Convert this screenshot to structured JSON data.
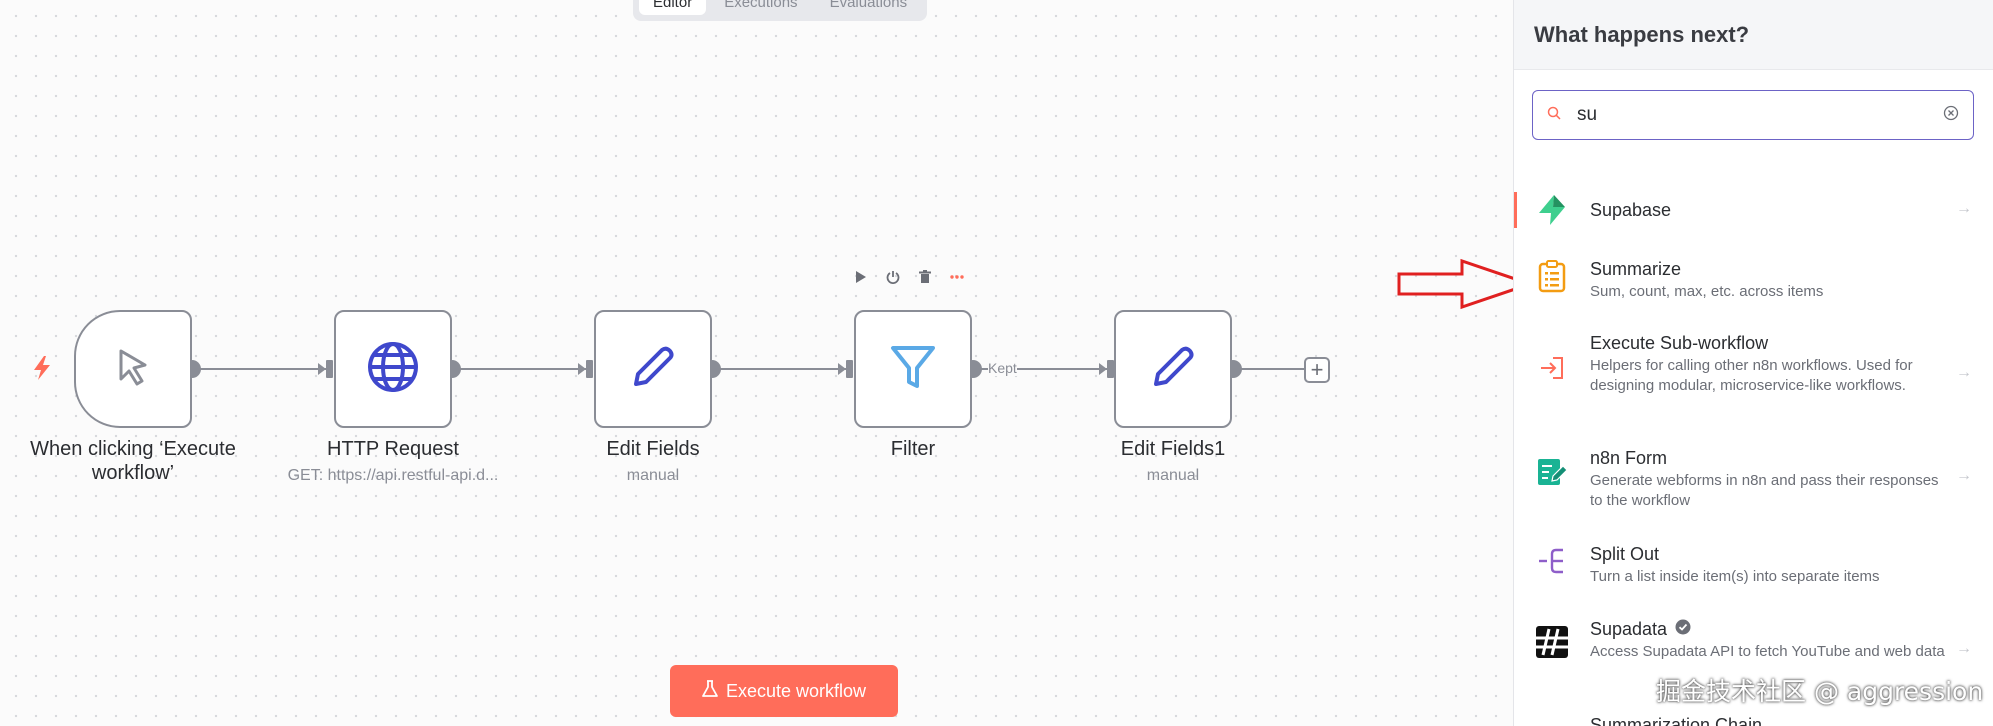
{
  "tabs": [
    {
      "label": "Editor",
      "active": true
    },
    {
      "label": "Executions",
      "active": false
    },
    {
      "label": "Evaluations",
      "active": false
    }
  ],
  "nodes": [
    {
      "id": "trigger",
      "title_line1": "When clicking ‘Execute",
      "title_line2": "workflow’",
      "subtitle": "",
      "icon": "cursor-click-icon"
    },
    {
      "id": "http",
      "title": "HTTP Request",
      "subtitle": "GET: https://api.restful-api.d...",
      "icon": "globe-icon"
    },
    {
      "id": "edit1",
      "title": "Edit Fields",
      "subtitle": "manual",
      "icon": "pencil-icon"
    },
    {
      "id": "filter",
      "title": "Filter",
      "subtitle": "",
      "icon": "funnel-icon"
    },
    {
      "id": "edit2",
      "title": "Edit Fields1",
      "subtitle": "manual",
      "icon": "pencil-icon"
    }
  ],
  "edge_label": "Kept",
  "execute_button": "Execute workflow",
  "panel": {
    "title": "What happens next?",
    "search_value": "su",
    "items": [
      {
        "title": "Supabase",
        "desc": "",
        "icon": "supabase-icon",
        "color": "#3ecf8e"
      },
      {
        "title": "Summarize",
        "desc": "Sum, count, max, etc. across items",
        "icon": "clipboard-list-icon",
        "color": "#f39c12"
      },
      {
        "title": "Execute Sub-workflow",
        "desc": "Helpers for calling other n8n workflows. Used for designing modular, microservice-like workflows.",
        "icon": "enter-arrow-icon",
        "color": "#ff6d5a"
      },
      {
        "title": "n8n Form",
        "desc": "Generate webforms in n8n and pass their responses to the workflow",
        "icon": "form-edit-icon",
        "color": "#1ab394"
      },
      {
        "title": "Split Out",
        "desc": "Turn a list inside item(s) into separate items",
        "icon": "split-out-icon",
        "color": "#8e5ec9"
      },
      {
        "title": "Supadata",
        "desc": "Access Supadata API to fetch YouTube and web data",
        "icon": "supadata-icon",
        "color": "#111111"
      },
      {
        "title": "Summarization Chain",
        "desc": "",
        "icon": "chain-icon",
        "color": "#333333"
      }
    ]
  },
  "watermark": "掘金技术社区 @ aggression",
  "colors": {
    "accent": "#ff6d5a",
    "node_border": "#8a8d96",
    "link": "#3f48cc",
    "filter": "#5aa9e6"
  }
}
